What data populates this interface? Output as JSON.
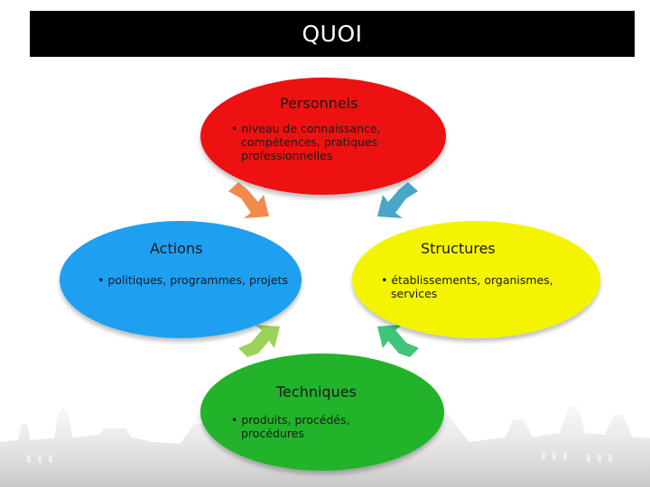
{
  "title": "QUOI",
  "nodes": {
    "personnels": {
      "heading": "Personnels",
      "bullet": "• niveau de connaissance, compétences, pratiques professionnelles",
      "color": "#ee1111"
    },
    "actions": {
      "heading": "Actions",
      "bullet": "• politiques, programmes, projets",
      "color": "#1f9ff0"
    },
    "structures": {
      "heading": "Structures",
      "bullet": "• établissements, organismes, services",
      "color": "#f4f400"
    },
    "techniques": {
      "heading": "Techniques",
      "bullet": "• produits, procédés, procédures",
      "color": "#22b32a"
    }
  },
  "arrows": {
    "personnels_actions": "#f28a4e",
    "personnels_structures": "#4aa6c8",
    "actions_techniques": "#9bd35a",
    "structures_techniques": "#3fc47a"
  }
}
